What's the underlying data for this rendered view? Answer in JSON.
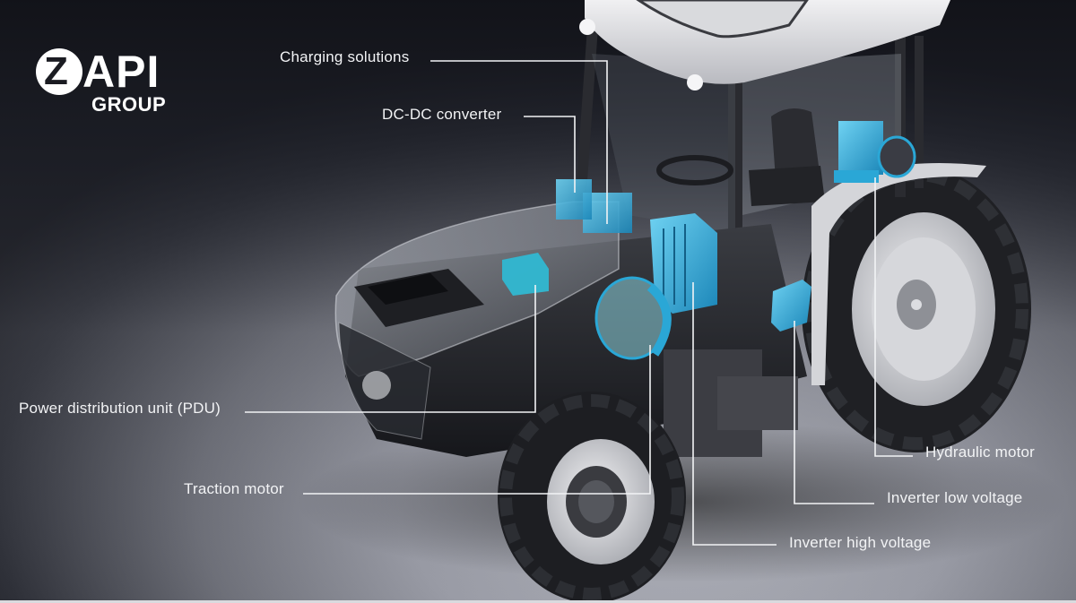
{
  "brand": {
    "logo_letter": "Z",
    "logo_text": "API",
    "logo_subtext": "GROUP"
  },
  "colors": {
    "component_highlight": "#2aa7d6",
    "label_text": "#f2f3f5",
    "leader_line": "#f2f3f5",
    "background_top": "#15161c",
    "background_bottom": "#a6a8b1"
  },
  "callouts": [
    {
      "id": "charging",
      "label": "Charging solutions"
    },
    {
      "id": "dcdc",
      "label": "DC-DC converter"
    },
    {
      "id": "pdu",
      "label": "Power distribution unit (PDU)"
    },
    {
      "id": "traction",
      "label": "Traction motor"
    },
    {
      "id": "hydraulic",
      "label": "Hydraulic motor"
    },
    {
      "id": "inverter_lv",
      "label": "Inverter low voltage"
    },
    {
      "id": "inverter_hv",
      "label": "Inverter high voltage"
    }
  ]
}
